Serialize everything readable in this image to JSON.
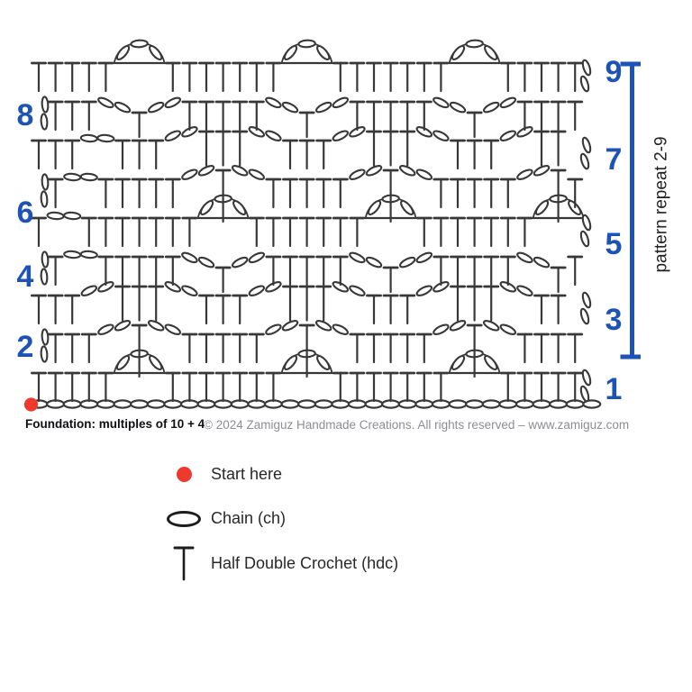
{
  "chart": {
    "title": "crochet wave stitch diagram",
    "stitch_color": "#383838",
    "accent_blue": "#1d53b4",
    "start_dot_color": "#ee392f",
    "foundation_note": "Foundation: multiples of 10 + 4",
    "copyright": "© 2024 Zamiguz Handmade Creations. All rights reserved – www.zamiguz.com",
    "repeat_label": "pattern repeat 2-9",
    "bracket_rows": "2-9",
    "foundation": {
      "chain_count": 34,
      "start_marker": "red-dot"
    },
    "rows": [
      {
        "num": "1",
        "side": "right",
        "seq": "h5 a3 h7 a3 h7 a3 h5 t2"
      },
      {
        "num": "2",
        "side": "left",
        "seq": "t2 h3 c2 Hp c2 h5 c2 Hp c2 h5 c2 Hp c2 h4"
      },
      {
        "num": "3",
        "side": "right",
        "seq": "h3 c2 h3^ c2 h3 c2 h3^ c2 h3 c2 h3^ c2 h2 t2"
      },
      {
        "num": "4",
        "side": "left",
        "seq": "t2 h1 c2 h5 c2 Hd c2 h5 c2 Hd c2 h5 c2 Hd h1"
      },
      {
        "num": "5",
        "side": "right",
        "seq": "h1 c2 h7 a3 h7 a3 h7 a3 t2"
      },
      {
        "num": "6",
        "side": "left",
        "seq": "t2 h1 c2 h5 c2 Hp c2 h5 c2 Hp c2 h5 c2 Hp h1"
      },
      {
        "num": "7",
        "side": "right",
        "seq": "h3 c2 h3 c2 h3^ c2 h3 c2 h3^ c2 h3 c2 h2^ t2"
      },
      {
        "num": "8",
        "side": "left",
        "seq": "t2 h3 c2 Hd c2 h5 c2 Hd c2 h5 c2 Hd c2 h4"
      },
      {
        "num": "9",
        "side": "right",
        "seq": "h5 a3 h7 a3 h7 a3 h5 t2"
      }
    ],
    "legend": [
      {
        "symbol": "start-dot",
        "label": "Start here"
      },
      {
        "symbol": "chain",
        "label": "Chain (ch)"
      },
      {
        "symbol": "hdc",
        "label": "Half Double Crochet (hdc)"
      }
    ]
  }
}
